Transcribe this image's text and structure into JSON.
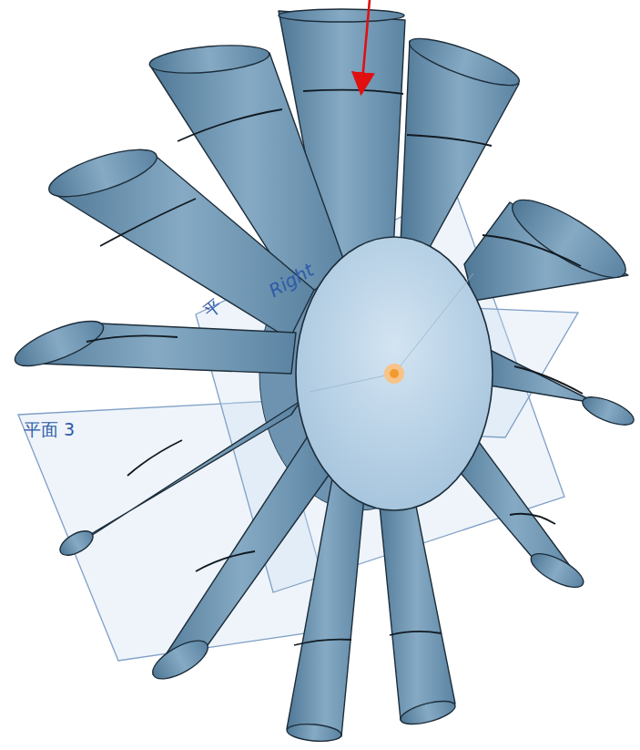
{
  "diagram": {
    "labels": [
      "平",
      "Right",
      "平面 3"
    ]
  }
}
